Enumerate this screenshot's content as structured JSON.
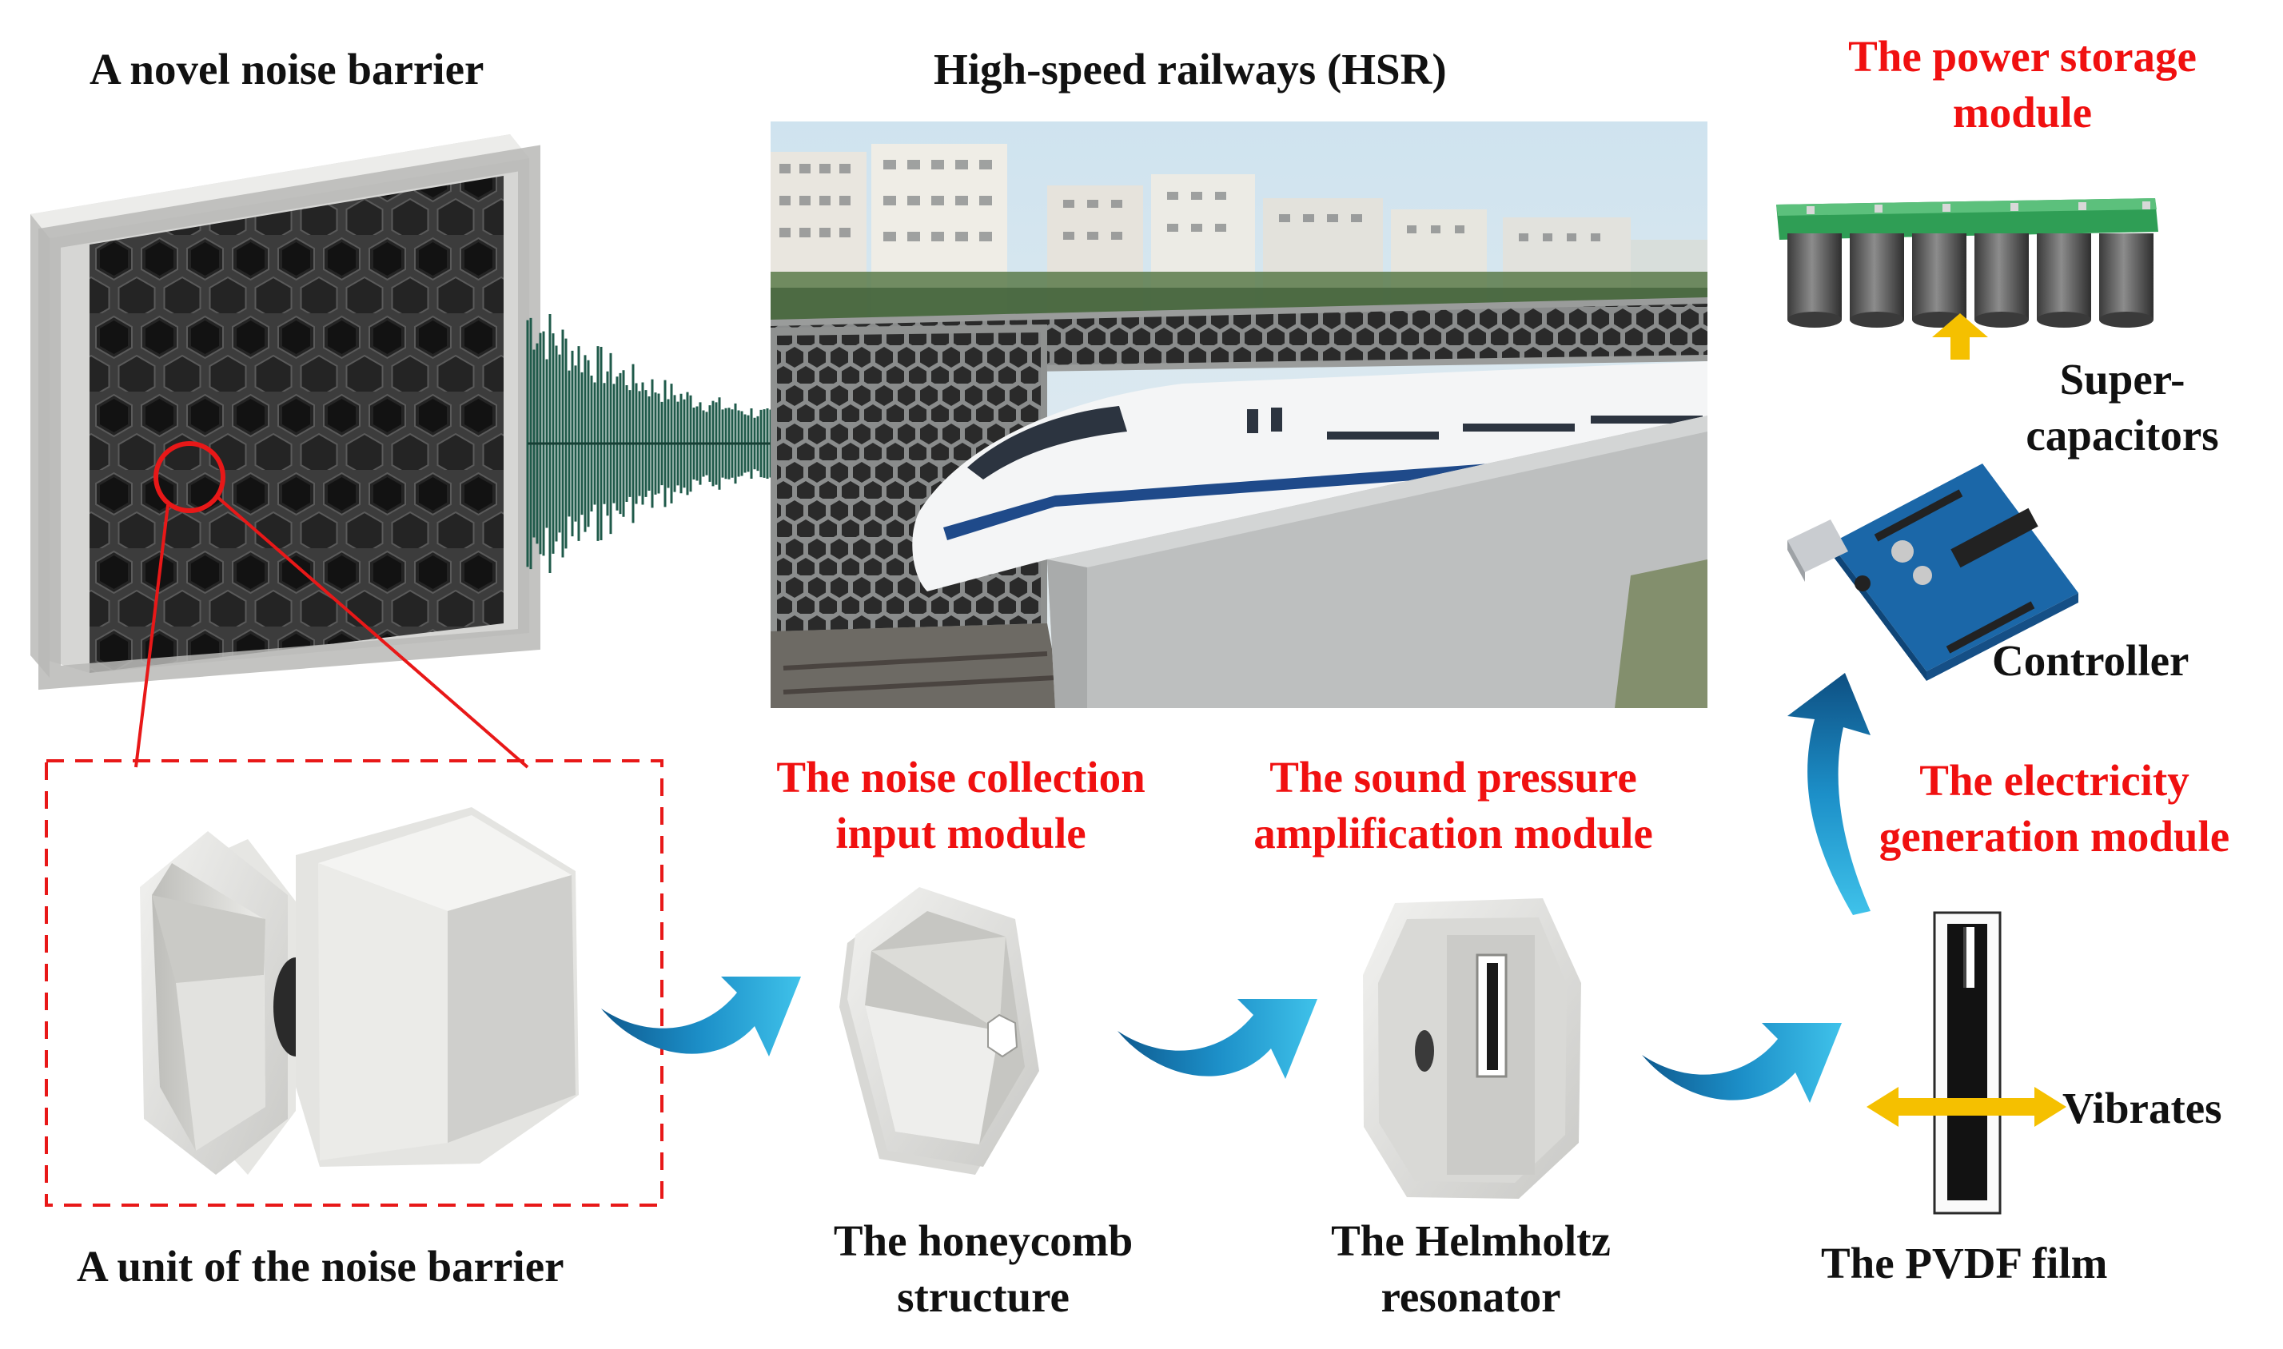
{
  "titles": {
    "barrier": "A novel noise barrier",
    "hsr": "High-speed railways (HSR)",
    "storage_line1": "The power storage",
    "storage_line2": "module"
  },
  "modules": {
    "collection_line1": "The  noise collection",
    "collection_line2": "input module",
    "amplification_line1": "The  sound pressure",
    "amplification_line2": "amplification module",
    "electricity_line1": "The  electricity",
    "electricity_line2": "generation module"
  },
  "components": {
    "supercap_line1": "Super-",
    "supercap_line2": "capacitors",
    "controller": "Controller",
    "vibrates": "Vibrates",
    "unit": "A unit of the noise barrier",
    "honeycomb_line1": "The  honeycomb",
    "honeycomb_line2": "structure",
    "helmholtz_line1": "The Helmholtz",
    "helmholtz_line2": "resonator",
    "pvdf": "The PVDF  film"
  },
  "colors": {
    "highlight_red": "#f01010",
    "flow_arrow_blue": "#1c8fc8",
    "vibration_arrow_yellow": "#f5c000",
    "sound_wave_green": "#1f5a4a",
    "pcb_green": "#2f9e55",
    "arduino_blue": "#1b67a8"
  },
  "icons": [
    "sound-wave-icon",
    "flow-arrow-icon",
    "up-arrow-icon",
    "double-arrow-icon",
    "curved-arrow-icon"
  ]
}
